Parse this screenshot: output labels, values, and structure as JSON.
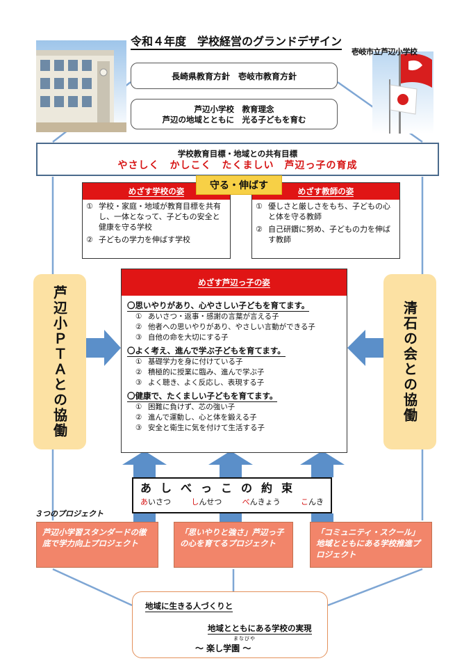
{
  "header": {
    "title": "令和４年度　学校経営のグランドデザイン",
    "school_name": "壱岐市立芦辺小学校"
  },
  "policy": {
    "text": "長崎県教育方針　壱岐市教育方針"
  },
  "philosophy": {
    "line1": "芦辺小学校　教育理念",
    "line2": "芦辺の地域とともに　光る子どもを育む"
  },
  "goal": {
    "label": "学校教育目標・地域との共有目標",
    "main": "やさしく　かしこく　たくましい　芦辺っ子の育成"
  },
  "mamoru": "守る・伸ばす",
  "school_ideal": {
    "title": "めざす学校の姿",
    "items": [
      {
        "num": "①",
        "text": "学校・家庭・地域が教育目標を共有し、一体となって、子どもの安全と健康を守る学校"
      },
      {
        "num": "②",
        "text": "子どもの学力を伸ばす学校"
      }
    ]
  },
  "teacher_ideal": {
    "title": "めざす教師の姿",
    "items": [
      {
        "num": "①",
        "text": "優しさと厳しさをもち、子どもの心と体を守る教師"
      },
      {
        "num": "②",
        "text": "自己研鑽に努め、子どもの力を伸ばす教師"
      }
    ]
  },
  "child_ideal": {
    "title": "めざす芦辺っ子の姿",
    "sections": [
      {
        "heading": "〇思いやりがあり、心やさしい子どもを育てます。",
        "items": [
          {
            "num": "①",
            "text": "あいさつ・返事・感謝の言葉が言える子"
          },
          {
            "num": "②",
            "text": "他者への思いやりがあり、やさしい言動ができる子"
          },
          {
            "num": "③",
            "text": "自他の命を大切にする子"
          }
        ]
      },
      {
        "heading": "〇よく考え、進んで学ぶ子どもを育てます。",
        "items": [
          {
            "num": "①",
            "text": "基礎学力を身に付けている子"
          },
          {
            "num": "②",
            "text": "積極的に授業に臨み、進んで学ぶ子"
          },
          {
            "num": "③",
            "text": "よく聴き、よく反応し、表現する子"
          }
        ]
      },
      {
        "heading": "〇健康で、たくましい子どもを育てます。",
        "items": [
          {
            "num": "①",
            "text": "困難に負けず、芯の強い子"
          },
          {
            "num": "②",
            "text": "進んで運動し、心と体を鍛える子"
          },
          {
            "num": "③",
            "text": "安全と衛生に気を付けて生活する子"
          }
        ]
      }
    ]
  },
  "side_left": "芦辺小ＰＴＡとの協働",
  "side_right": "清石の会との協働",
  "promise": {
    "title": "あしべっこの約束",
    "items": [
      {
        "first": "あ",
        "rest": "いさつ"
      },
      {
        "first": "し",
        "rest": "んせつ"
      },
      {
        "first": "べ",
        "rest": "んきょう"
      },
      {
        "first": "こ",
        "rest": "んき"
      }
    ]
  },
  "projects": {
    "label": "３つのプロジェクト",
    "items": [
      "芦辺小学習スタンダードの徹底で学力向上プロジェクト",
      "「思いやりと強さ」芦辺っ子の心を育てるプロジェクト",
      "「コミュニティ・スクール」地域とともにある学校推進プロジェクト"
    ]
  },
  "bottom": {
    "line1": "地域に生きる人づくりと",
    "line2": "地域とともにある学校の実現",
    "ruby": "まなびや",
    "line3": "～ 楽し学園 ～"
  },
  "colors": {
    "red": "#e01515",
    "yellow": "#f7d046",
    "orange_box": "#f2856a",
    "side_box": "#fce1a3",
    "arrow_blue": "#5b8fc9",
    "line_blue": "#7ea6d4"
  }
}
